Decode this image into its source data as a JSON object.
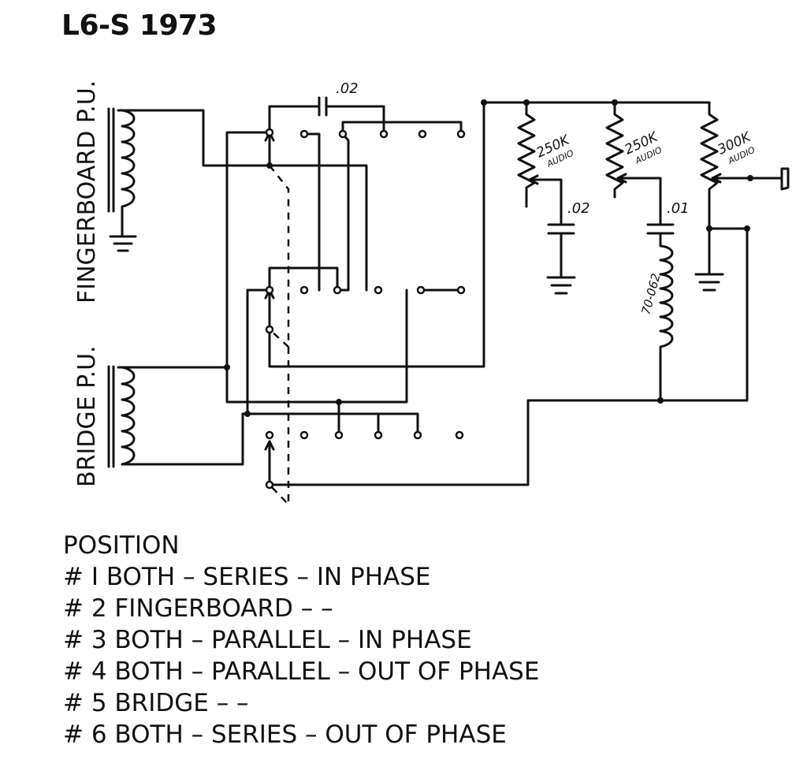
{
  "title": "L6-S 1973",
  "pickups": {
    "fingerboard": "FINGERBOARD P.U.",
    "bridge": "BRIDGE P.U."
  },
  "components": {
    "switch_cap": ".02",
    "pot1": {
      "value": "250K",
      "taper": "AUDIO"
    },
    "pot2": {
      "value": "250K",
      "taper": "AUDIO"
    },
    "pot3": {
      "value": "300K",
      "taper": "AUDIO"
    },
    "cap1": ".02",
    "cap2": ".01",
    "choke": "70-062"
  },
  "legend": {
    "heading": "POSITION",
    "items": [
      "# I BOTH – SERIES – IN PHASE",
      "# 2 FINGERBOARD – –",
      "# 3 BOTH – PARALLEL – IN PHASE",
      "# 4 BOTH – PARALLEL – OUT OF PHASE",
      "# 5 BRIDGE – –",
      "# 6 BOTH – SERIES – OUT OF PHASE"
    ]
  }
}
